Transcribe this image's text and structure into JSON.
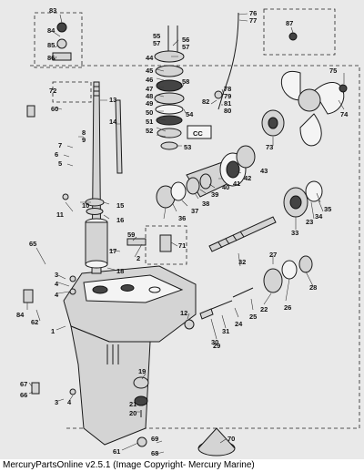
{
  "diagram": {
    "callouts": [
      {
        "id": "c83",
        "text": "83"
      },
      {
        "id": "c84a",
        "text": "84"
      },
      {
        "id": "c85",
        "text": "85"
      },
      {
        "id": "c86",
        "text": "86"
      },
      {
        "id": "c76",
        "text": "76"
      },
      {
        "id": "c77",
        "text": "77"
      },
      {
        "id": "c87",
        "text": "87"
      },
      {
        "id": "c75",
        "text": "75"
      },
      {
        "id": "c74",
        "text": "74"
      },
      {
        "id": "c73",
        "text": "73"
      },
      {
        "id": "c55",
        "text": "55"
      },
      {
        "id": "c57",
        "text": "57"
      },
      {
        "id": "c56",
        "text": "56"
      },
      {
        "id": "c57b",
        "text": "57"
      },
      {
        "id": "c44",
        "text": "44"
      },
      {
        "id": "c45",
        "text": "45"
      },
      {
        "id": "c46",
        "text": "46"
      },
      {
        "id": "c47",
        "text": "47"
      },
      {
        "id": "c48",
        "text": "48"
      },
      {
        "id": "c49",
        "text": "49"
      },
      {
        "id": "c50",
        "text": "50"
      },
      {
        "id": "c51",
        "text": "51"
      },
      {
        "id": "c52",
        "text": "52"
      },
      {
        "id": "c53",
        "text": "53"
      },
      {
        "id": "c54",
        "text": "54"
      },
      {
        "id": "c58",
        "text": "58"
      },
      {
        "id": "c78",
        "text": "78"
      },
      {
        "id": "c79",
        "text": "79"
      },
      {
        "id": "c82",
        "text": "82"
      },
      {
        "id": "c81",
        "text": "81"
      },
      {
        "id": "c80",
        "text": "80"
      },
      {
        "id": "c72",
        "text": "72"
      },
      {
        "id": "c13",
        "text": "13"
      },
      {
        "id": "c60",
        "text": "60"
      },
      {
        "id": "c8",
        "text": "8"
      },
      {
        "id": "c9",
        "text": "9"
      },
      {
        "id": "c7",
        "text": "7"
      },
      {
        "id": "c6",
        "text": "6"
      },
      {
        "id": "c5",
        "text": "5"
      },
      {
        "id": "c14",
        "text": "14"
      },
      {
        "id": "c43",
        "text": "43"
      },
      {
        "id": "c42",
        "text": "42"
      },
      {
        "id": "c41",
        "text": "41"
      },
      {
        "id": "c40",
        "text": "40"
      },
      {
        "id": "c39",
        "text": "39"
      },
      {
        "id": "c38",
        "text": "38"
      },
      {
        "id": "c37",
        "text": "37"
      },
      {
        "id": "c36",
        "text": "36"
      },
      {
        "id": "c10",
        "text": "10"
      },
      {
        "id": "c11",
        "text": "11"
      },
      {
        "id": "c15",
        "text": "15"
      },
      {
        "id": "c16",
        "text": "16"
      },
      {
        "id": "c33",
        "text": "33"
      },
      {
        "id": "c23",
        "text": "23"
      },
      {
        "id": "c34",
        "text": "34"
      },
      {
        "id": "c35",
        "text": "35"
      },
      {
        "id": "c59",
        "text": "59"
      },
      {
        "id": "c71",
        "text": "71"
      },
      {
        "id": "c17",
        "text": "17"
      },
      {
        "id": "c2",
        "text": "2"
      },
      {
        "id": "c32",
        "text": "32"
      },
      {
        "id": "c27",
        "text": "27"
      },
      {
        "id": "c65",
        "text": "65"
      },
      {
        "id": "c18",
        "text": "18"
      },
      {
        "id": "c3a",
        "text": "3"
      },
      {
        "id": "c4a",
        "text": "4"
      },
      {
        "id": "c4b",
        "text": "4"
      },
      {
        "id": "c26",
        "text": "26"
      },
      {
        "id": "c28",
        "text": "28"
      },
      {
        "id": "c22",
        "text": "22"
      },
      {
        "id": "c25",
        "text": "25"
      },
      {
        "id": "c24",
        "text": "24"
      },
      {
        "id": "c31",
        "text": "31"
      },
      {
        "id": "c30",
        "text": "30"
      },
      {
        "id": "c29",
        "text": "29"
      },
      {
        "id": "c12",
        "text": "12"
      },
      {
        "id": "c84b",
        "text": "84"
      },
      {
        "id": "c62",
        "text": "62"
      },
      {
        "id": "c1",
        "text": "1"
      },
      {
        "id": "c67",
        "text": "67"
      },
      {
        "id": "c66",
        "text": "66"
      },
      {
        "id": "c3b",
        "text": "3"
      },
      {
        "id": "c4c",
        "text": "4"
      },
      {
        "id": "c19",
        "text": "19"
      },
      {
        "id": "c21",
        "text": "21"
      },
      {
        "id": "c20",
        "text": "20"
      },
      {
        "id": "c61",
        "text": "61"
      },
      {
        "id": "c69",
        "text": "69"
      },
      {
        "id": "c68",
        "text": "68"
      },
      {
        "id": "c70",
        "text": "70"
      }
    ],
    "logo_text": "CC"
  },
  "footer": {
    "text": "MercuryPartsOnline v2.5.1 (Image Copyright- Mercury Marine)"
  },
  "colors": {
    "background": "#e9e9e9",
    "ink": "#111111",
    "footer_bg": "#ffffff"
  }
}
